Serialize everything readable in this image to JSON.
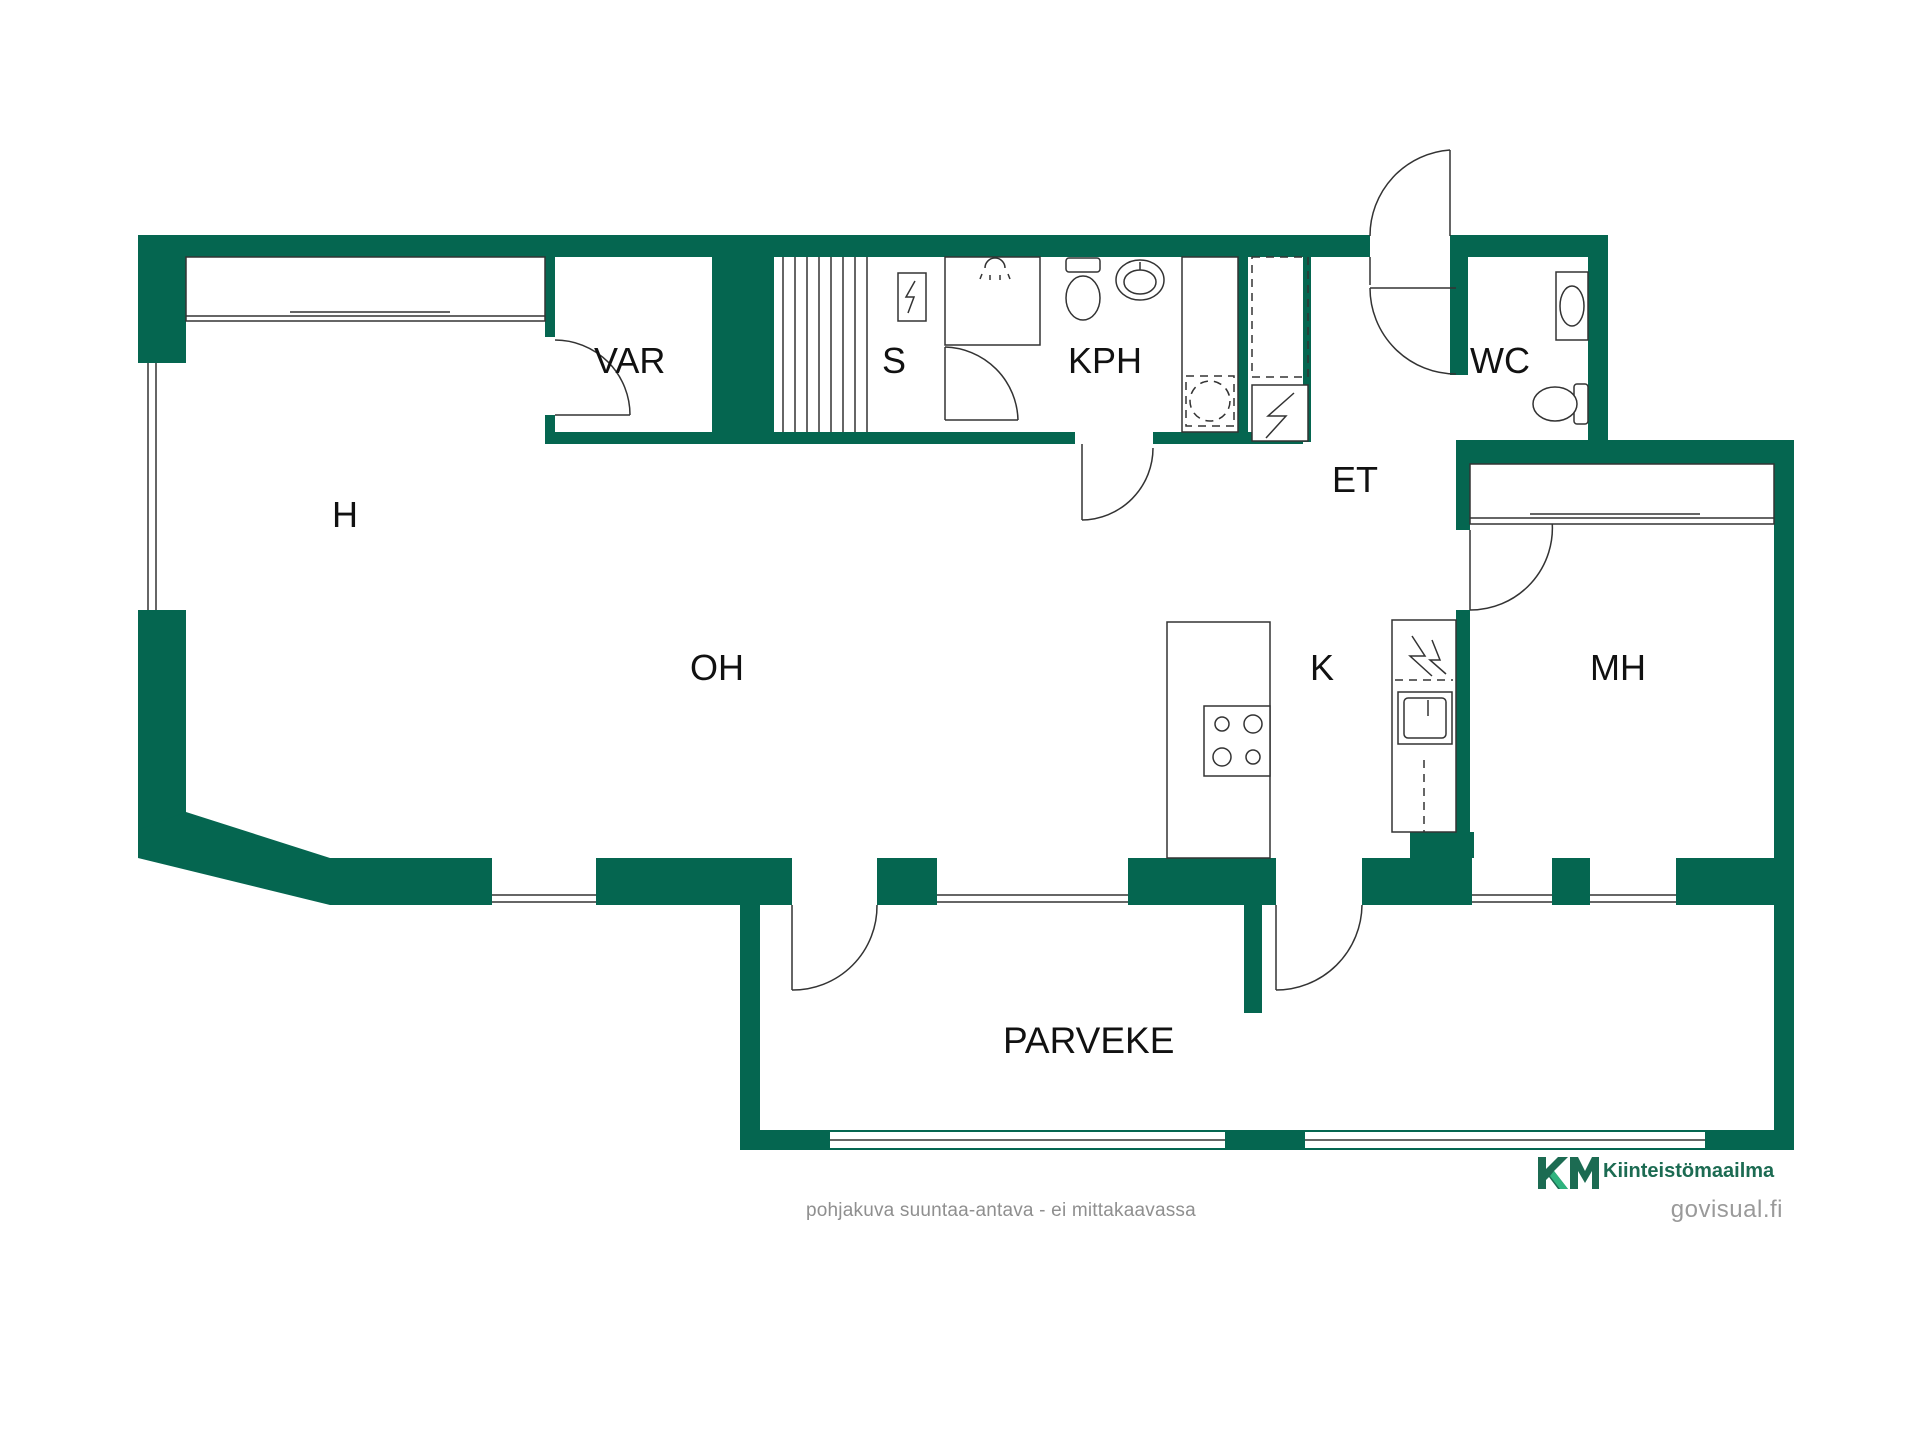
{
  "colors": {
    "wall": "#056650",
    "text": "#111111",
    "disclaimer": "#8f8f8f",
    "brand": "#1c6b52",
    "brand_light": "#2fb37e"
  },
  "rooms": {
    "h": "H",
    "var": "VAR",
    "s": "S",
    "kph": "KPH",
    "wc": "WC",
    "et": "ET",
    "oh": "OH",
    "k": "K",
    "mh": "MH",
    "parveke": "PARVEKE"
  },
  "footer": {
    "disclaimer": "pohjakuva suuntaa-antava - ei mittakaavassa",
    "brand_name": "Kiinteistömaailma",
    "brand_site": "govisual.fi",
    "logo_icon": "km-logo-icon"
  }
}
